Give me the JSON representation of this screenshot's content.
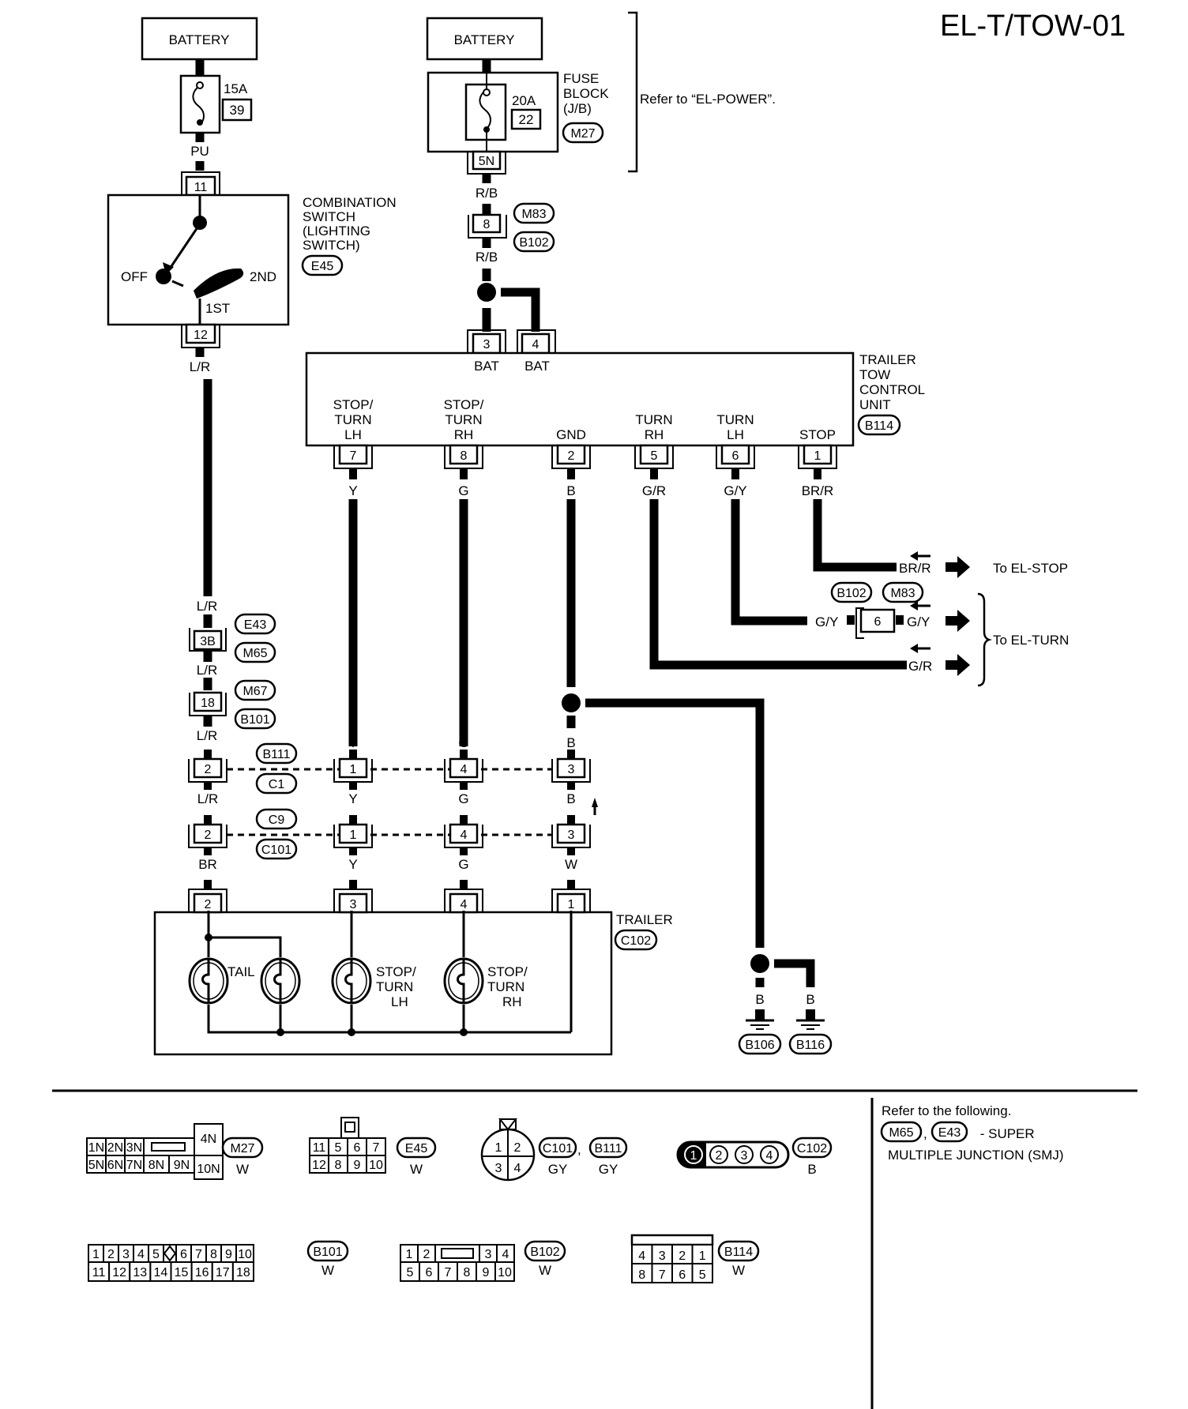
{
  "page_code": "EL-T/TOW-01",
  "power": {
    "left_battery": "BATTERY",
    "left_fuse_amp": "15A",
    "left_fuse_no": "39",
    "left_wire": "PU",
    "right_battery": "BATTERY",
    "right_fuse_amp": "20A",
    "right_fuse_no": "22",
    "fuse_block_label": [
      "FUSE",
      "BLOCK",
      "(J/B)"
    ],
    "fuse_block_connector": "M27",
    "fuse_block_terminal": "5N",
    "refer_power": "Refer to “EL-POWER”.",
    "right_wire_1": "R/B",
    "joint_terminal": "8",
    "joint_connectors": [
      "M83",
      "B102"
    ],
    "right_wire_2": "R/B"
  },
  "combination_switch": {
    "terminal_in": "11",
    "terminal_out": "12",
    "label": [
      "COMBINATION",
      "SWITCH",
      "(LIGHTING",
      "SWITCH)"
    ],
    "connector": "E45",
    "positions": {
      "off": "OFF",
      "first": "1ST",
      "second": "2ND"
    },
    "out_wire": "L/R"
  },
  "tow_unit": {
    "label": [
      "TRAILER",
      "TOW",
      "CONTROL",
      "UNIT"
    ],
    "connector": "B114",
    "bat_terminals": [
      {
        "no": "3",
        "name": "BAT"
      },
      {
        "no": "4",
        "name": "BAT"
      }
    ],
    "terminals": [
      {
        "no": "7",
        "name": [
          "STOP/",
          "TURN",
          "LH"
        ],
        "wire": "Y"
      },
      {
        "no": "8",
        "name": [
          "STOP/",
          "TURN",
          "RH"
        ],
        "wire": "G"
      },
      {
        "no": "2",
        "name": [
          "GND"
        ],
        "wire": "B"
      },
      {
        "no": "5",
        "name": [
          "TURN",
          "RH"
        ],
        "wire": "G/R"
      },
      {
        "no": "6",
        "name": [
          "TURN",
          "LH"
        ],
        "wire": "G/Y"
      },
      {
        "no": "1",
        "name": [
          "STOP"
        ],
        "wire": "BR/R"
      }
    ]
  },
  "outputs": {
    "stop_wire": "BR/R",
    "stop_dest": "To EL-STOP",
    "junction_connectors": [
      "B102",
      "M83"
    ],
    "gy_in": "G/Y",
    "gy_terminal": "6",
    "gy_out": "G/Y",
    "gr_wire": "G/R",
    "turn_dest": "To EL-TURN"
  },
  "harness": {
    "lr_1": "L/R",
    "smj_terminal": "3B",
    "smj_connectors": [
      "E43",
      "M65"
    ],
    "lr_2": "L/R",
    "j18_terminal": "18",
    "j18_connectors": [
      "M67",
      "B101"
    ],
    "lr_3": "L/R",
    "row1_connectors": [
      "B111",
      "C1"
    ],
    "row1": [
      {
        "no": "2",
        "wire_above": "L/R",
        "wire_below": "L/R"
      },
      {
        "no": "1",
        "wire_above": "Y",
        "wire_below": "Y"
      },
      {
        "no": "4",
        "wire_above": "G",
        "wire_below": "G"
      },
      {
        "no": "3",
        "wire_above": "B",
        "wire_below": "B"
      }
    ],
    "row2_connectors": [
      "C9",
      "C101"
    ],
    "row2": [
      {
        "no": "2",
        "wire_below": "BR"
      },
      {
        "no": "1",
        "wire_below": "Y"
      },
      {
        "no": "4",
        "wire_below": "G"
      },
      {
        "no": "3",
        "wire_below": "W"
      }
    ]
  },
  "trailer": {
    "label": "TRAILER",
    "connector": "C102",
    "terminals": [
      "2",
      "3",
      "4",
      "1"
    ],
    "lamps": [
      "TAIL",
      "STOP/ TURN LH",
      "STOP/ TURN RH"
    ],
    "lamp_lines": {
      "tail": "TAIL",
      "lh": [
        "STOP/",
        "TURN",
        "LH"
      ],
      "rh": [
        "STOP/",
        "TURN",
        "RH"
      ]
    }
  },
  "grounds": [
    {
      "wire": "B",
      "connector": "B106"
    },
    {
      "wire": "B",
      "connector": "B116"
    }
  ],
  "connector_views": [
    {
      "id": "M27",
      "color": "W",
      "rows": [
        [
          "1N",
          "2N",
          "3N",
          "",
          "4N"
        ],
        [
          "5N",
          "6N",
          "7N",
          "8N",
          "9N",
          "10N"
        ]
      ]
    },
    {
      "id": "E45",
      "color": "W",
      "rows": [
        [
          "11",
          "5",
          "6",
          "7"
        ],
        [
          "12",
          "8",
          "9",
          "10"
        ]
      ]
    },
    {
      "id": "C101",
      "id2": "B111",
      "color": "GY",
      "color2": "GY",
      "rows": [
        [
          "1",
          "2"
        ],
        [
          "3",
          "4"
        ]
      ]
    },
    {
      "id": "C102",
      "color": "B",
      "rows": [
        [
          "1",
          "2",
          "3",
          "4"
        ]
      ]
    },
    {
      "id": "B101",
      "color": "W",
      "rows": [
        [
          "1",
          "2",
          "3",
          "4",
          "5",
          "6",
          "7",
          "8",
          "9",
          "10"
        ],
        [
          "11",
          "12",
          "13",
          "14",
          "15",
          "16",
          "17",
          "18"
        ]
      ]
    },
    {
      "id": "B102",
      "color": "W",
      "rows": [
        [
          "1",
          "2",
          "",
          "3",
          "4"
        ],
        [
          "5",
          "6",
          "7",
          "8",
          "9",
          "10"
        ]
      ]
    },
    {
      "id": "B114",
      "color": "W",
      "rows": [
        [
          "4",
          "3",
          "2",
          "1"
        ],
        [
          "8",
          "7",
          "6",
          "5"
        ]
      ]
    }
  ],
  "notes": {
    "refer": "Refer to the following.",
    "smj_ids": [
      "M65",
      "E43"
    ],
    "smj_suffix": " - SUPER",
    "smj_line2": "MULTIPLE JUNCTION (SMJ)",
    "sep": ","
  }
}
